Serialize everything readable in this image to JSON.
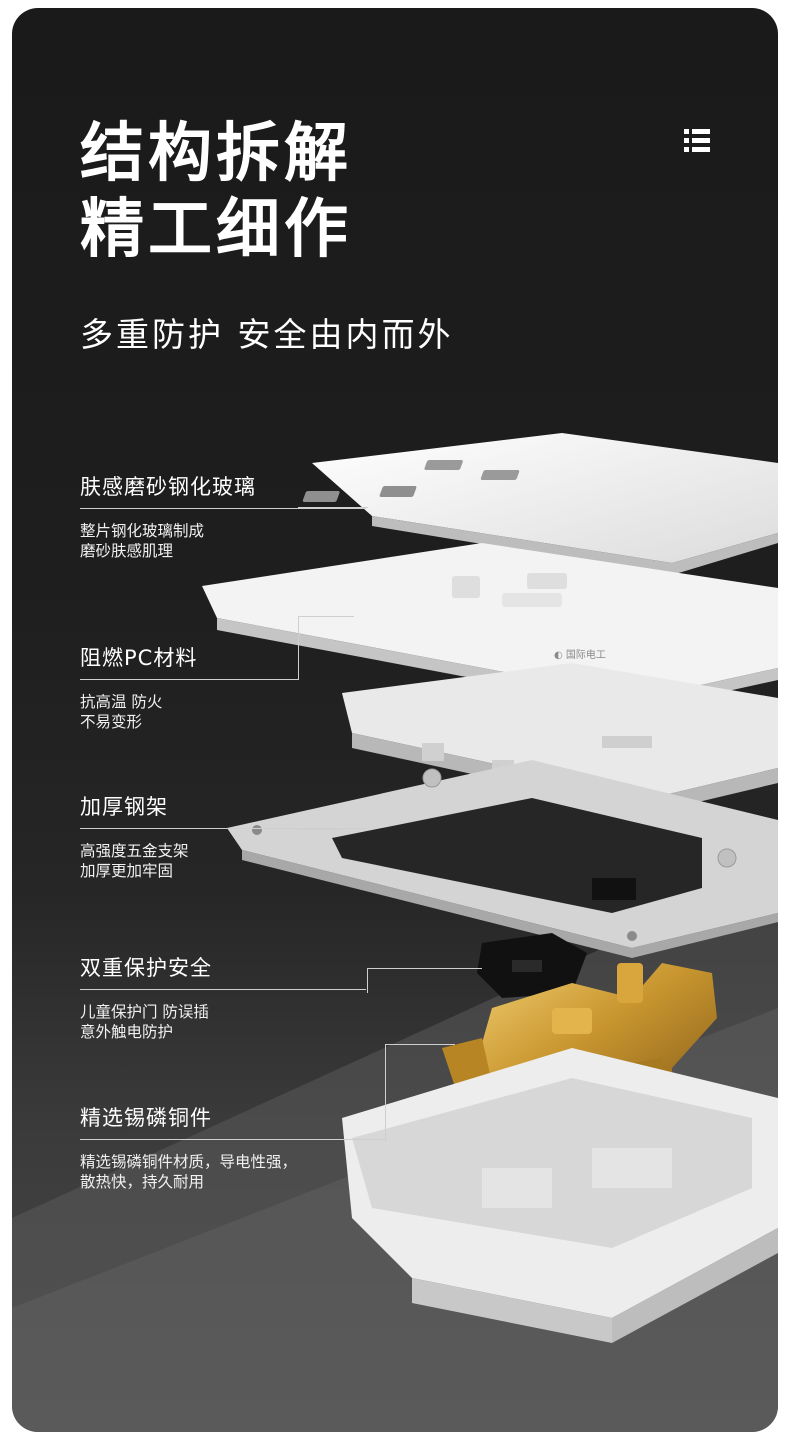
{
  "headline": {
    "line1": "结构拆解",
    "line2": "精工细作"
  },
  "subtitle": "多重防护 安全由内而外",
  "menu_icon": "list-menu-icon",
  "features": [
    {
      "title": "肤感磨砂钢化玻璃",
      "desc1": "整片钢化玻璃制成",
      "desc2": "磨砂肤感肌理"
    },
    {
      "title": "阻燃PC材料",
      "desc1": "抗高温 防火",
      "desc2": "不易变形"
    },
    {
      "title": "加厚钢架",
      "desc1": "高强度五金支架",
      "desc2": "加厚更加牢固"
    },
    {
      "title": "双重保护安全",
      "desc1": "儿童保护门 防误插",
      "desc2": "意外触电防护"
    },
    {
      "title": "精选锡磷铜件",
      "desc1": "精选锡磷铜件材质，导电性强，",
      "desc2": "散热快，持久耐用"
    }
  ],
  "colors": {
    "background": "#1e1e1e",
    "floor": "#4a4a4a",
    "panel": "#f2f2f2",
    "frame": "#d9d9d9",
    "copper": "#c9962f",
    "text": "#ffffff"
  }
}
